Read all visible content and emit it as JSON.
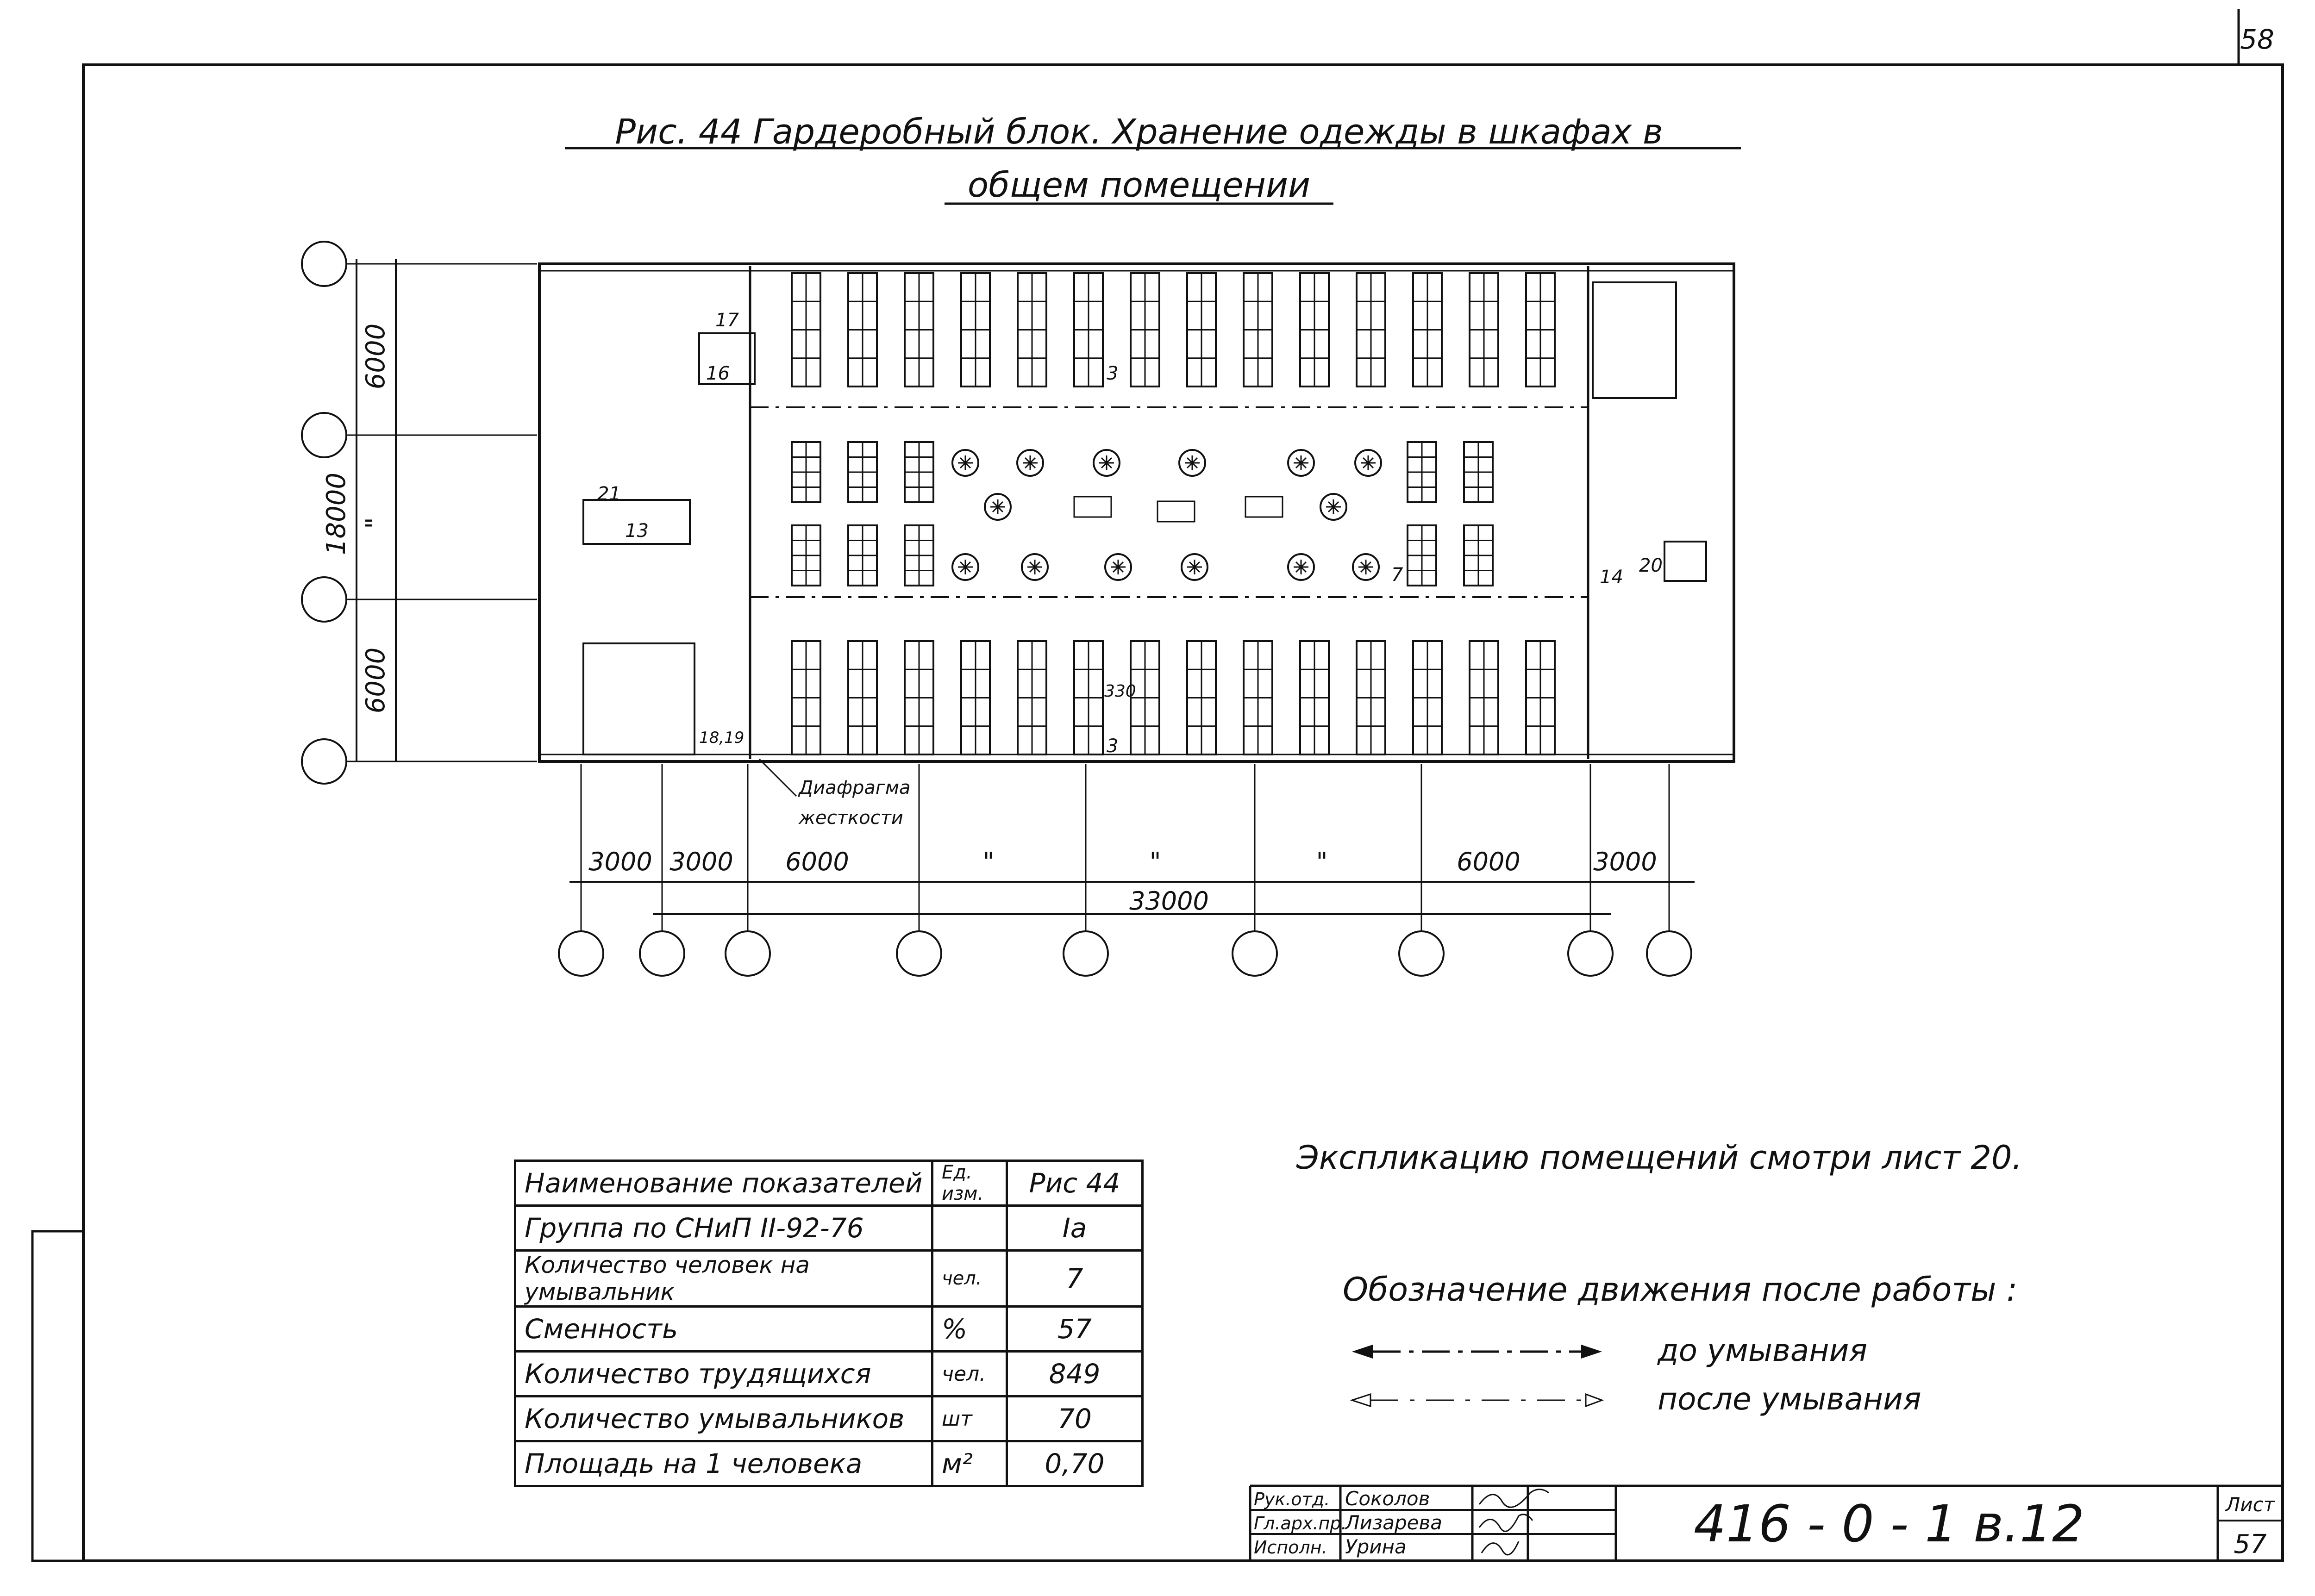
{
  "sheet_corner_number": "58",
  "title_line1": "Рис. 44 Гардеробный блок. Хранение одежды в шкафах в",
  "title_line2": "общем помещении",
  "plan": {
    "dim_left_top": "6000",
    "dim_left_mid": "\"",
    "dim_left_bottom": "6000",
    "dim_left_total": "18000",
    "dim_bottom": [
      "3000",
      "3000",
      "6000",
      "\"",
      "\"",
      "\"",
      "6000",
      "3000"
    ],
    "dim_bottom_total": "33000",
    "room_labels": [
      "17",
      "16",
      "3",
      "21",
      "13",
      "18,19",
      "330",
      "3",
      "7",
      "14",
      "20"
    ],
    "diaphragm_label_1": "Диафрагма",
    "diaphragm_label_2": "жесткости"
  },
  "indicators_table": {
    "headers": [
      "Наименование показателей",
      "Ед. изм.",
      "Рис 44"
    ],
    "rows": [
      [
        "Группа по СНиП II-92-76",
        "",
        "Iа"
      ],
      [
        "Количество человек на умывальник",
        "чел.",
        "7"
      ],
      [
        "Сменность",
        "%",
        "57"
      ],
      [
        "Количество трудящихся",
        "чел.",
        "849"
      ],
      [
        "Количество умывальников",
        "шт",
        "70"
      ],
      [
        "Площадь на 1 человека",
        "м²",
        "0,70"
      ]
    ]
  },
  "explication_note": "Экспликацию помещений смотри лист 20.",
  "legend": {
    "title": "Обозначение движения после работы :",
    "items": [
      "до умывания",
      "после умывания"
    ]
  },
  "title_block": {
    "roles": [
      "Рук.отд.",
      "Гл.арх.пр.",
      "Исполн."
    ],
    "names": [
      "Соколов",
      "Лизарева",
      "Урина"
    ],
    "code": "416 - 0 - 1  в.12",
    "sheet_label": "Лист",
    "sheet_number": "57"
  }
}
